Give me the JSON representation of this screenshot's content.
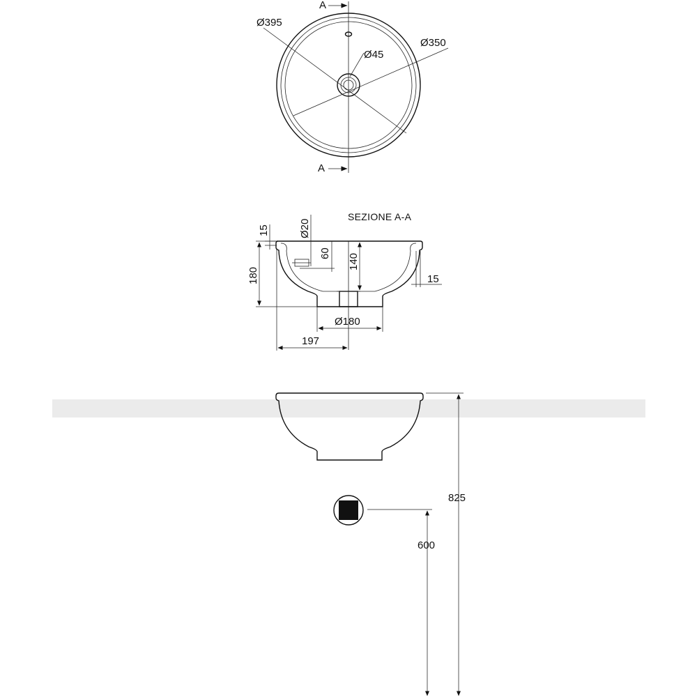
{
  "plan_view": {
    "section_marker_top": "A",
    "section_marker_bottom": "A",
    "outer_diameter_label": "Ø395",
    "inner_diameter_label": "Ø350",
    "drain_diameter_label": "Ø45"
  },
  "section_view": {
    "title": "SEZIONE A-A",
    "rim_thickness_label": "15",
    "overflow_diameter_label": "Ø20",
    "overflow_height_label": "60",
    "bowl_depth_label": "140",
    "total_height_label": "180",
    "wall_thickness_label": "15",
    "foot_diameter_label": "Ø180",
    "half_width_label": "197"
  },
  "installation_view": {
    "basin_rim_height_label": "825",
    "outlet_height_label": "600"
  },
  "colors": {
    "line": "#111111",
    "countertop": "#ebebeb",
    "outlet_fill": "#111111"
  }
}
